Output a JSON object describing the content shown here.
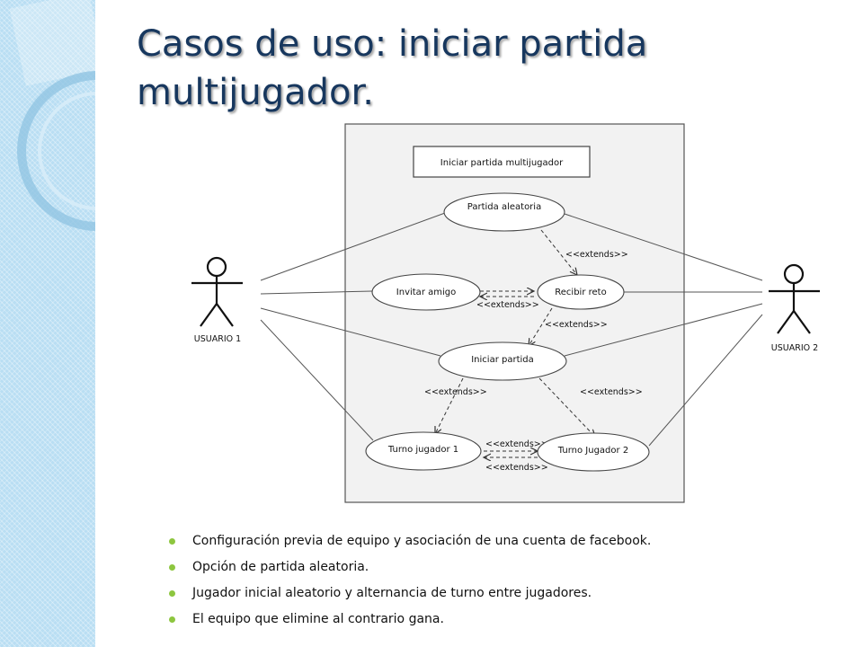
{
  "slide": {
    "title_line1": "Casos de uso: iniciar partida",
    "title_line2": "multijugador."
  },
  "diagram": {
    "system_label": "Iniciar partida multijugador",
    "actors": {
      "user1": "USUARIO 1",
      "user2": "USUARIO 2"
    },
    "use_cases": {
      "random_match": "Partida aleatoria",
      "invite_friend": "Invitar  amigo",
      "receive_challenge": "Recibir reto",
      "start_match": "Iniciar partida",
      "turn_player1": "Turno jugador 1",
      "turn_player2": "Turno Jugador 2"
    },
    "relation_label": "<<extends>>"
  },
  "bullets": [
    "Configuración previa de equipo y  asociación  de una cuenta de facebook.",
    "Opción de partida aleatoria.",
    "Jugador inicial aleatorio y alternancia de turno entre jugadores.",
    "El equipo que elimine al contrario gana."
  ],
  "colors": {
    "title": "#17375e",
    "side_band": "#b9def3",
    "bullet": "#8dc63f",
    "system_box_fill": "#f2f2f2"
  }
}
